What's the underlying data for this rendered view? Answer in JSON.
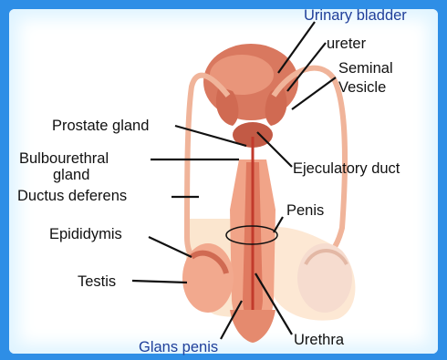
{
  "diagram": {
    "labels": {
      "urinary_bladder": "Urinary bladder",
      "ureter": "ureter",
      "seminal_1": "Seminal",
      "seminal_2": "Vesicle",
      "prostate": "Prostate gland",
      "bulbo_1": "Bulbourethral",
      "bulbo_2": "gland",
      "ejaculatory": "Ejeculatory duct",
      "ductus": "Ductus deferens",
      "penis": "Penis",
      "epididymis": "Epididymis",
      "testis": "Testis",
      "urethra": "Urethra",
      "glans": "Glans penis"
    },
    "colors": {
      "frame": "#2e8ee6",
      "tissue": "#e58a6e",
      "tissue_dark": "#c25a45",
      "duct": "#f2b49a",
      "scrotum": "#fbe3c8"
    }
  }
}
